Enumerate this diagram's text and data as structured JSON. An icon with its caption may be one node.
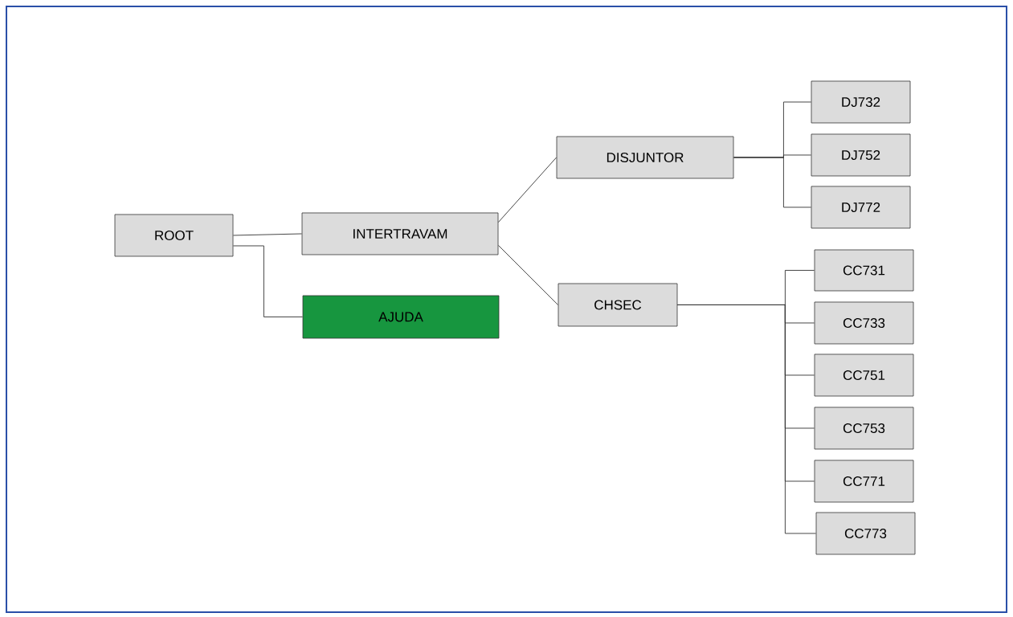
{
  "diagram": {
    "nodes": [
      {
        "text": [
          "ROOT"
        ]
      },
      {
        "text": [
          "INTERTRAVAM"
        ]
      },
      {
        "text": [
          "AJUDA"
        ]
      },
      {
        "text": [
          "DISJUNTOR"
        ]
      },
      {
        "text": [
          "CHSEC"
        ]
      },
      {
        "text": [
          "DJ732"
        ]
      },
      {
        "text": [
          "DJ752"
        ]
      },
      {
        "text": [
          "DJ772"
        ]
      },
      {
        "text": [
          "CC731"
        ]
      },
      {
        "text": [
          "CC733"
        ]
      },
      {
        "text": [
          "CC751"
        ]
      },
      {
        "text": [
          "CC753"
        ]
      },
      {
        "text": [
          "CC771"
        ]
      },
      {
        "text": [
          "CC773"
        ]
      }
    ],
    "edges": [
      {
        "from": 0,
        "to": 1,
        "arrow": "none"
      },
      {
        "from": 0,
        "to": 2,
        "arrow": "none"
      },
      {
        "from": 1,
        "to": 3,
        "arrow": "none"
      },
      {
        "from": 1,
        "to": 4,
        "arrow": "none"
      },
      {
        "from": 3,
        "to": 5,
        "arrow": "none"
      },
      {
        "from": 3,
        "to": 6,
        "arrow": "none"
      },
      {
        "from": 3,
        "to": 7,
        "arrow": "none"
      },
      {
        "from": 4,
        "to": 8,
        "arrow": "none"
      },
      {
        "from": 4,
        "to": 9,
        "arrow": "none"
      },
      {
        "from": 4,
        "to": 10,
        "arrow": "none"
      },
      {
        "from": 4,
        "to": 11,
        "arrow": "none"
      },
      {
        "from": 4,
        "to": 12,
        "arrow": "none"
      },
      {
        "from": 4,
        "to": 13,
        "arrow": "none"
      }
    ]
  }
}
